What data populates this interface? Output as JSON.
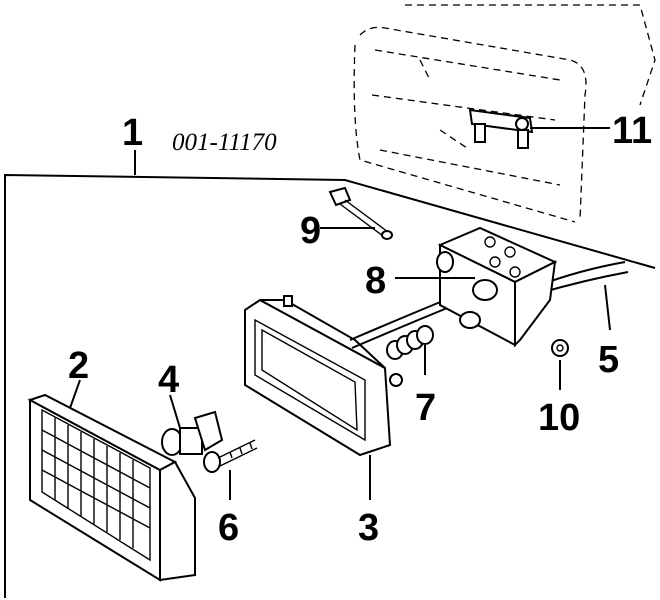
{
  "diagram": {
    "part_number": "001-11170",
    "callouts": {
      "c1": "1",
      "c2": "2",
      "c3": "3",
      "c4": "4",
      "c5": "5",
      "c6": "6",
      "c7": "7",
      "c8": "8",
      "c9": "9",
      "c10": "10",
      "c11": "11"
    }
  }
}
